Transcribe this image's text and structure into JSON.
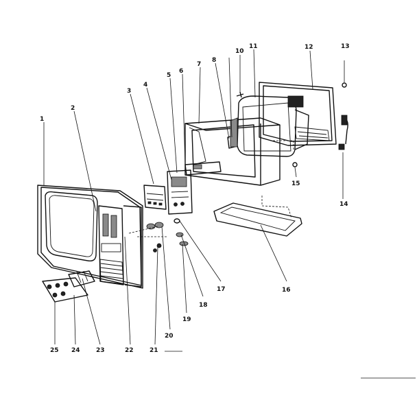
{
  "diagram": {
    "labels": [
      "1",
      "2",
      "3",
      "4",
      "5",
      "6",
      "7",
      "8",
      "10",
      "11",
      "12",
      "13",
      "14",
      "15",
      "16",
      "17",
      "18",
      "19",
      "20",
      "21",
      "22",
      "23",
      "24",
      "25"
    ]
  }
}
